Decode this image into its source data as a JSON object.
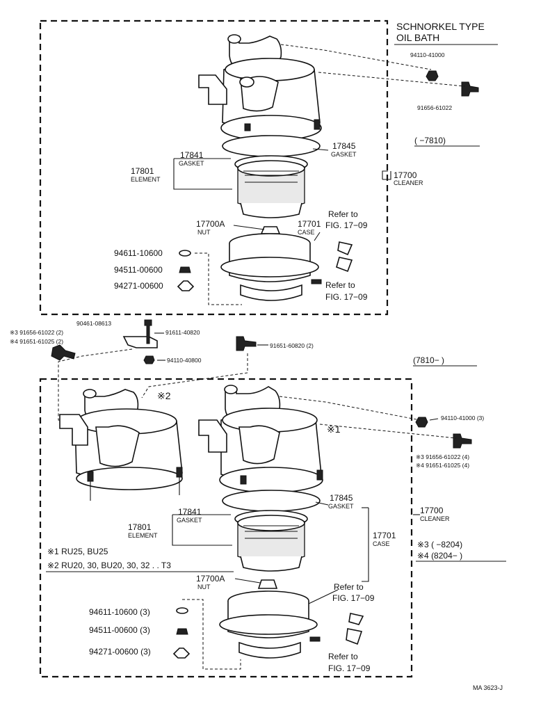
{
  "header": {
    "title_line1": "SCHNORKEL TYPE",
    "title_line2": "OIL BATH"
  },
  "top": {
    "range": "(        −7810)",
    "nut_94110": "94110-41000",
    "bolt_91656": "91656-61022",
    "gasket_17845": "17845",
    "gasket_17845_sub": "GASKET",
    "gasket_17841": "17841",
    "gasket_17841_sub": "GASKET",
    "element_17801": "17801",
    "element_17801_sub": "ELEMENT",
    "cleaner_17700": "17700",
    "cleaner_17700_sub": "CLEANER",
    "refer1": "Refer to",
    "refer1_fig": "FIG. 17−09",
    "nut_17700A": "17700A",
    "nut_17700A_sub": "NUT",
    "case_17701": "17701",
    "case_17701_sub": "CASE",
    "washer_94611": "94611-10600",
    "nut_94511": "94511-00600",
    "wingnut_94271": "94271-00600",
    "refer2": "Refer to",
    "refer2_fig": "FIG. 17−09"
  },
  "middle": {
    "clamp_90461": "90461-08613",
    "bolt_m3": "※3 91656-61022 (2)",
    "bolt_m4": "※4 91651-61025 (2)",
    "bolt_91611": "91611-40820",
    "bolt_91651": "91651-60820 (2)",
    "nut_94110": "94110-40800",
    "range": "(7810−        )"
  },
  "bottom": {
    "mark2": "※2",
    "mark1": "※1",
    "nut_94110": "94110-41000 (3)",
    "bolt_m3": "※3 91656-61022 (4)",
    "bolt_m4": "※4 91651-61025 (4)",
    "gasket_17845": "17845",
    "gasket_17845_sub": "GASKET",
    "gasket_17841": "17841",
    "gasket_17841_sub": "GASKET",
    "element_17801": "17801",
    "element_17801_sub": "ELEMENT",
    "cleaner_17700": "17700",
    "cleaner_17700_sub": "CLEANER",
    "case_17701": "17701",
    "case_17701_sub": "CASE",
    "legend_1": "※1 RU25, BU25",
    "legend_2": "※2 RU20, 30, BU20, 30, 32 . . T3",
    "legend_3": "※3 (        −8204)",
    "legend_4": "※4 (8204−        )",
    "nut_17700A": "17700A",
    "nut_17700A_sub": "NUT",
    "refer1": "Refer to",
    "refer1_fig": "FIG. 17−09",
    "washer_94611": "94611-10600 (3)",
    "nut_94511": "94511-00600 (3)",
    "wingnut_94271": "94271-00600 (3)",
    "refer2": "Refer to",
    "refer2_fig": "FIG. 17−09"
  },
  "footer": {
    "code": "MA 3623-J"
  }
}
